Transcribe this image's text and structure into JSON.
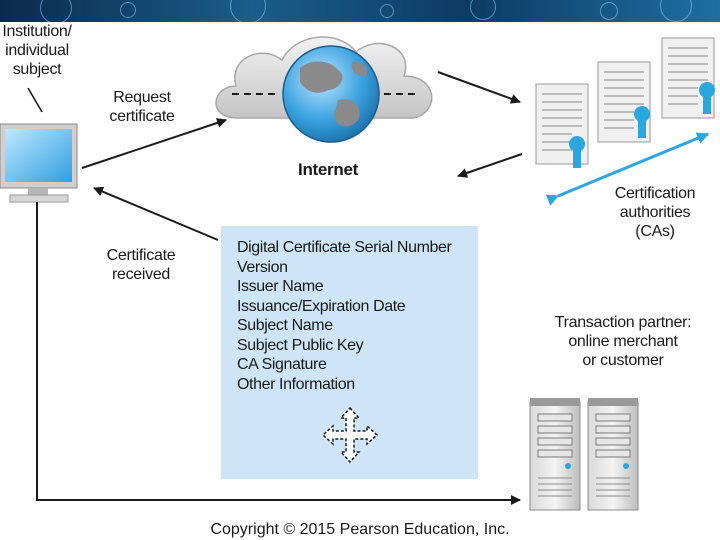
{
  "colors": {
    "banner": "#1b5d8c",
    "cert_box": "#cde5f6",
    "accent_blue": "#2aa6e0",
    "arrow": "#1a1a1a"
  },
  "labels": {
    "subject": [
      "Institution/",
      "individual",
      "subject"
    ],
    "request": [
      "Request",
      "certificate"
    ],
    "internet": "Internet",
    "ca": [
      "Certification",
      "authorities",
      "(CAs)"
    ],
    "received": [
      "Certificate",
      "received"
    ],
    "partner": [
      "Transaction partner:",
      "online merchant",
      "or customer"
    ]
  },
  "certificate_fields": [
    "Digital Certificate Serial Number",
    "Version",
    "Issuer Name",
    "Issuance/Expiration Date",
    "Subject Name",
    "Subject Public Key",
    "CA Signature",
    "Other Information"
  ],
  "icons": {
    "computer": "desktop-computer-icon",
    "cloud": "internet-cloud-globe-icon",
    "certificates": "certificate-document-icon",
    "servers": "server-tower-icon",
    "move": "four-way-arrow-icon"
  },
  "copyright": "Copyright © 2015 Pearson Education, Inc."
}
